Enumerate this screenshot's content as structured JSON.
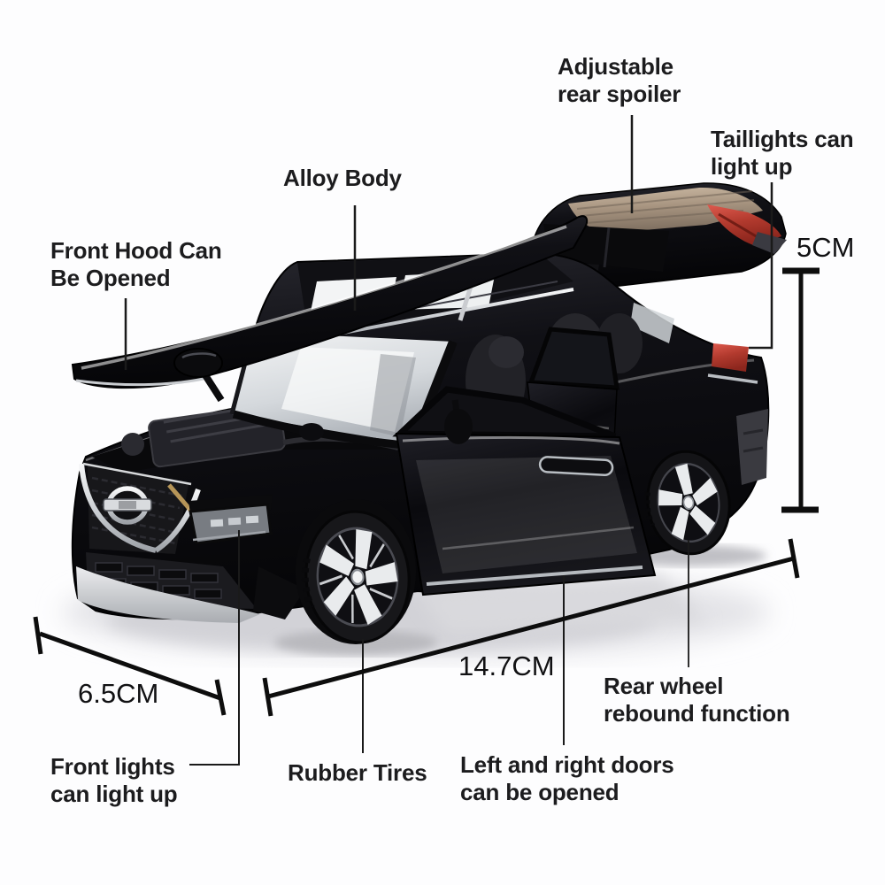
{
  "scene": {
    "type": "annotated-product-photo",
    "subject": "black diecast model SUV toy car with open hood, open side doors and raised tailgate",
    "background_color": "#fdfdfe"
  },
  "callouts": [
    {
      "id": "adjustable-rear-spoiler",
      "lines": [
        "Adjustable",
        "rear spoiler"
      ]
    },
    {
      "id": "taillights",
      "lines": [
        "Taillights can",
        "light up"
      ]
    },
    {
      "id": "alloy-body",
      "lines": [
        "Alloy Body"
      ]
    },
    {
      "id": "front-hood",
      "lines": [
        "Front Hood Can",
        "Be Opened"
      ]
    },
    {
      "id": "front-lights",
      "lines": [
        "Front lights",
        "can light up"
      ]
    },
    {
      "id": "rubber-tires",
      "lines": [
        "Rubber Tires"
      ]
    },
    {
      "id": "doors",
      "lines": [
        "Left and right doors",
        "can be opened"
      ]
    },
    {
      "id": "rear-wheel",
      "lines": [
        "Rear wheel",
        "rebound function"
      ]
    }
  ],
  "measurements": {
    "height": {
      "value": "5CM"
    },
    "front_width": {
      "value": "6.5CM"
    },
    "length": {
      "value": "14.7CM"
    }
  },
  "colors": {
    "label_text": "#1c1c1e",
    "measure_text": "#111113",
    "leader_line": "#1a1a1a",
    "car_body": "#0b0b0e",
    "chrome": "#d8dadd",
    "taillight_red": "#b23a2e",
    "tailgate_window_bronze": "#a6937f",
    "wheel_rim_silver": "#e9ebed",
    "glass": "#d9dde1",
    "shadow": "#cfcfd4"
  },
  "icons": {
    "badge": "nissan-badge"
  }
}
